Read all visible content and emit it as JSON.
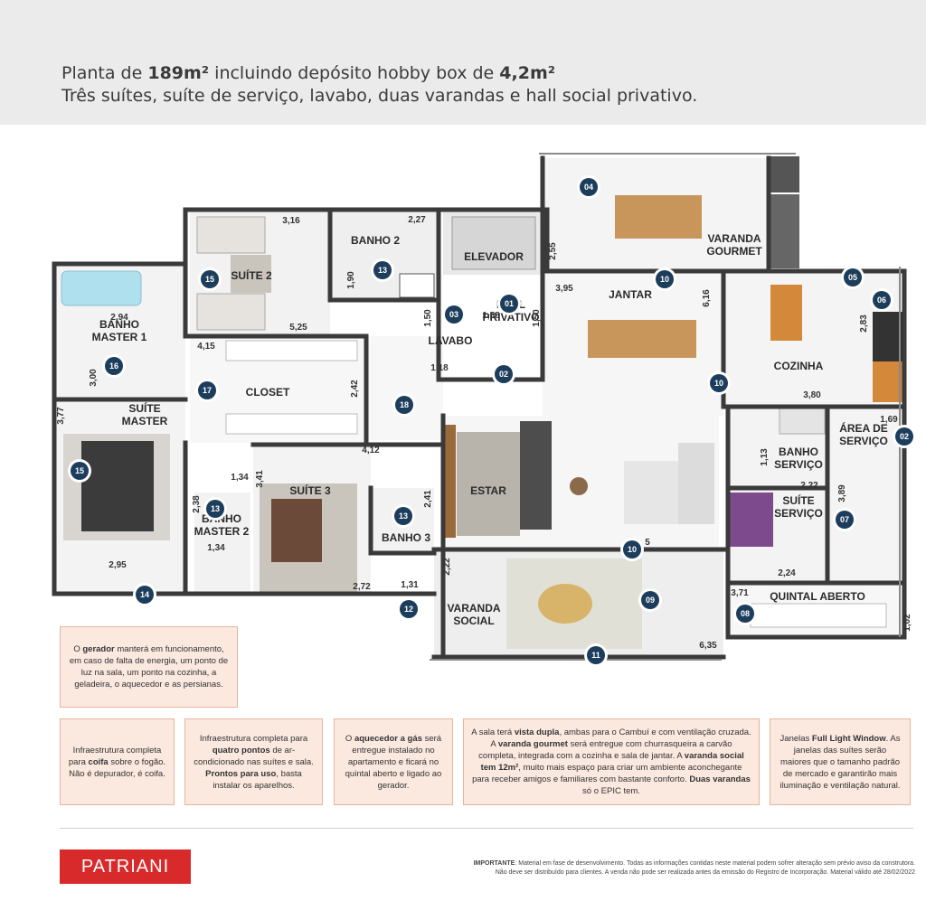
{
  "header": {
    "line1": [
      {
        "t": "Planta de ",
        "b": false
      },
      {
        "t": "189m²",
        "b": true
      },
      {
        "t": " incluindo depósito hobby box de ",
        "b": false
      },
      {
        "t": "4,2m²",
        "b": true
      }
    ],
    "line2": "Três suítes, suíte de serviço, lavabo, duas varandas e hall social privativo."
  },
  "plan": {
    "rooms": [
      {
        "id": "suite-2",
        "lines": [
          "SUÍTE 2"
        ]
      },
      {
        "id": "banho-2",
        "lines": [
          "BANHO 2"
        ]
      },
      {
        "id": "elevador",
        "lines": [
          "ELEVADOR"
        ]
      },
      {
        "id": "varanda-gourmet",
        "lines": [
          "VARANDA",
          "GOURMET"
        ]
      },
      {
        "id": "jantar",
        "lines": [
          "JANTAR"
        ]
      },
      {
        "id": "banho-master-1",
        "lines": [
          "BANHO",
          "MASTER 1"
        ]
      },
      {
        "id": "lavabo",
        "lines": [
          "LAVABO"
        ]
      },
      {
        "id": "hall-privativo",
        "lines": [
          "HALL",
          "PRIVATIVO"
        ]
      },
      {
        "id": "cozinha",
        "lines": [
          "COZINHA"
        ]
      },
      {
        "id": "closet",
        "lines": [
          "CLOSET"
        ]
      },
      {
        "id": "suite-master",
        "lines": [
          "SUÍTE",
          "MASTER"
        ]
      },
      {
        "id": "area-de-servico",
        "lines": [
          "ÁREA DE",
          "SERVIÇO"
        ]
      },
      {
        "id": "banho-servico",
        "lines": [
          "BANHO",
          "SERVIÇO"
        ]
      },
      {
        "id": "suite-3",
        "lines": [
          "SUÍTE 3"
        ]
      },
      {
        "id": "estar",
        "lines": [
          "ESTAR"
        ]
      },
      {
        "id": "suite-servico",
        "lines": [
          "SUÍTE",
          "SERVIÇO"
        ]
      },
      {
        "id": "banho-master-2",
        "lines": [
          "BANHO",
          "MASTER 2"
        ]
      },
      {
        "id": "banho-3",
        "lines": [
          "BANHO 3"
        ]
      },
      {
        "id": "quintal-aberto",
        "lines": [
          "QUINTAL ABERTO"
        ]
      },
      {
        "id": "varanda-social",
        "lines": [
          "VARANDA",
          "SOCIAL"
        ]
      }
    ],
    "dimensions": [
      {
        "id": "d316",
        "text": "3,16"
      },
      {
        "id": "d227",
        "text": "2,27"
      },
      {
        "id": "d255",
        "text": "2,55"
      },
      {
        "id": "d190",
        "text": "1,90"
      },
      {
        "id": "d395",
        "text": "3,95"
      },
      {
        "id": "d616",
        "text": "6,16"
      },
      {
        "id": "d294",
        "text": "2,94"
      },
      {
        "id": "d150a",
        "text": "1,50"
      },
      {
        "id": "d158",
        "text": "1,58"
      },
      {
        "id": "d150b",
        "text": "1,50"
      },
      {
        "id": "d525",
        "text": "5,25"
      },
      {
        "id": "d283",
        "text": "2,83"
      },
      {
        "id": "d415",
        "text": "4,15"
      },
      {
        "id": "d300",
        "text": "3,00"
      },
      {
        "id": "d118",
        "text": "1,18"
      },
      {
        "id": "d242",
        "text": "2,42"
      },
      {
        "id": "d380",
        "text": "3,80"
      },
      {
        "id": "d377",
        "text": "3,77"
      },
      {
        "id": "d169",
        "text": "1,69"
      },
      {
        "id": "d412",
        "text": "4,12"
      },
      {
        "id": "d113",
        "text": "1,13"
      },
      {
        "id": "d134a",
        "text": "1,34"
      },
      {
        "id": "d341",
        "text": "3,41"
      },
      {
        "id": "d222a",
        "text": "2,22"
      },
      {
        "id": "d389",
        "text": "3,89"
      },
      {
        "id": "d238",
        "text": "2,38"
      },
      {
        "id": "d241",
        "text": "2,41"
      },
      {
        "id": "d134b",
        "text": "1,34"
      },
      {
        "id": "d295",
        "text": "2,95"
      },
      {
        "id": "d222b",
        "text": "2,22"
      },
      {
        "id": "d224",
        "text": "2,24"
      },
      {
        "id": "d272",
        "text": "2,72"
      },
      {
        "id": "d131",
        "text": "1,31"
      },
      {
        "id": "d371",
        "text": "3,71"
      },
      {
        "id": "d102",
        "text": "1,02"
      },
      {
        "id": "d635",
        "text": "6,35"
      },
      {
        "id": "d5",
        "text": "5"
      }
    ],
    "markers": [
      {
        "id": "m04",
        "text": "04"
      },
      {
        "id": "m15a",
        "text": "15"
      },
      {
        "id": "m13a",
        "text": "13"
      },
      {
        "id": "m10a",
        "text": "10"
      },
      {
        "id": "m05",
        "text": "05"
      },
      {
        "id": "m06",
        "text": "06"
      },
      {
        "id": "m03",
        "text": "03"
      },
      {
        "id": "m01",
        "text": "01"
      },
      {
        "id": "m16",
        "text": "16"
      },
      {
        "id": "m02a",
        "text": "02"
      },
      {
        "id": "m17",
        "text": "17"
      },
      {
        "id": "m18",
        "text": "18"
      },
      {
        "id": "m10b",
        "text": "10"
      },
      {
        "id": "m02b",
        "text": "02"
      },
      {
        "id": "m15b",
        "text": "15"
      },
      {
        "id": "m13b",
        "text": "13"
      },
      {
        "id": "m13c",
        "text": "13"
      },
      {
        "id": "m07",
        "text": "07"
      },
      {
        "id": "m10c",
        "text": "10"
      },
      {
        "id": "m14",
        "text": "14"
      },
      {
        "id": "m12",
        "text": "12"
      },
      {
        "id": "m09",
        "text": "09"
      },
      {
        "id": "m08",
        "text": "08"
      },
      {
        "id": "m11",
        "text": "11"
      }
    ]
  },
  "notes": [
    {
      "id": "gerador",
      "parts": [
        {
          "t": "O ",
          "b": false
        },
        {
          "t": "gerador",
          "b": true
        },
        {
          "t": " manterá em funcionamento, em caso de falta de energia, um ponto de luz na sala, um ponto na cozinha, a geladeira, o aquecedor e as persianas.",
          "b": false
        }
      ]
    },
    {
      "id": "coifa",
      "parts": [
        {
          "t": "Infraestrutura completa para ",
          "b": false
        },
        {
          "t": "coifa",
          "b": true
        },
        {
          "t": " sobre o fogão. Não é depurador, é coifa.",
          "b": false
        }
      ]
    },
    {
      "id": "ar-condicionado",
      "parts": [
        {
          "t": "Infraestrutura completa para ",
          "b": false
        },
        {
          "t": "quatro pontos",
          "b": true
        },
        {
          "t": " de ar-condicionado nas suítes e sala. ",
          "b": false
        },
        {
          "t": "Prontos para uso",
          "b": true
        },
        {
          "t": ", basta instalar os aparelhos.",
          "b": false
        }
      ]
    },
    {
      "id": "aquecedor",
      "parts": [
        {
          "t": "O ",
          "b": false
        },
        {
          "t": "aquecedor a gás",
          "b": true
        },
        {
          "t": " será entregue instalado no apartamento e ficará no quintal aberto e ligado ao gerador.",
          "b": false
        }
      ]
    },
    {
      "id": "vista",
      "parts": [
        {
          "t": "A sala terá ",
          "b": false
        },
        {
          "t": "vista dupla",
          "b": true
        },
        {
          "t": ", ambas para o Cambuí e com ventilação cruzada. A ",
          "b": false
        },
        {
          "t": "varanda gourmet",
          "b": true
        },
        {
          "t": " será entregue com churrasqueira a carvão completa, integrada com a cozinha e sala de jantar. A ",
          "b": false
        },
        {
          "t": "varanda social tem 12m²",
          "b": true
        },
        {
          "t": ", muito mais espaço para criar um ambiente aconchegante para receber amigos e familiares com bastante conforto. ",
          "b": false
        },
        {
          "t": "Duas varandas",
          "b": true
        },
        {
          "t": " só o EPIC tem.",
          "b": false
        }
      ]
    },
    {
      "id": "janelas",
      "parts": [
        {
          "t": "Janelas ",
          "b": false
        },
        {
          "t": "Full Light Window",
          "b": true
        },
        {
          "t": ". As janelas das suítes serão maiores que o tamanho padrão de mercado e garantirão mais iluminação e ventilação natural.",
          "b": false
        }
      ]
    }
  ],
  "footer": {
    "logo": "PATRIANI",
    "disclaimer_bold": "IMPORTANTE",
    "disclaimer_line1": ": Material em fase de desenvolvimento. Todas as informações contidas neste material podem sofrer alteração sem prévio aviso da construtora.",
    "disclaimer_line2": "Não deve ser distribuído para clientes. A venda não pode ser realizada antes da emissão do Registro de Incorporação. Material válido até 28/02/2022"
  },
  "colors": {
    "marker": "#1d3d5c",
    "wall": "#3a3a3a",
    "note_bg": "#fbe8df",
    "note_border": "#e8b49d",
    "logo": "#d82a2a"
  }
}
